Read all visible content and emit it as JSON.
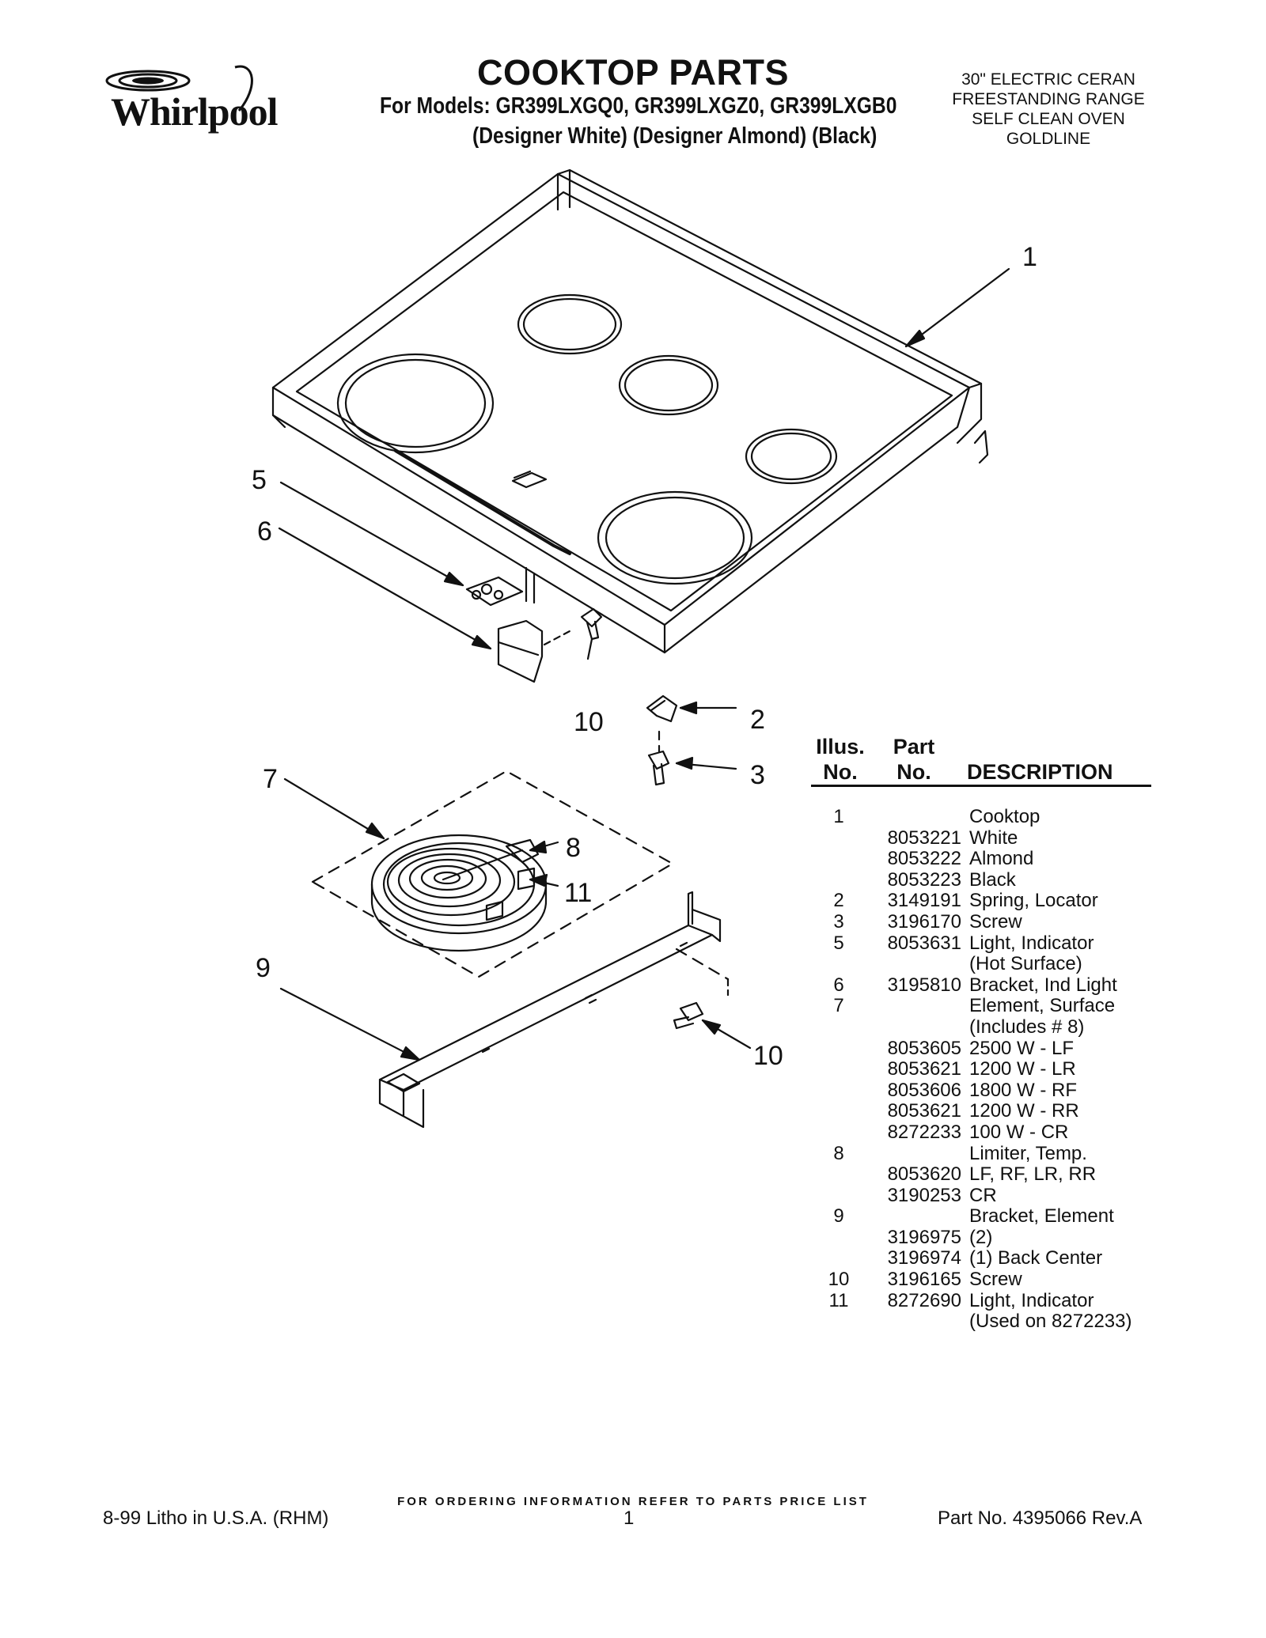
{
  "header": {
    "brand": "Whirlpool",
    "title": "COOKTOP PARTS",
    "models_line": "For Models: GR399LXGQ0, GR399LXGZ0, GR399LXGB0",
    "colors_line": "(Designer White) (Designer Almond) (Black)",
    "product_lines": [
      "30\" ELECTRIC CERAN",
      "FREESTANDING RANGE",
      "SELF CLEAN OVEN",
      "GOLDLINE"
    ]
  },
  "callouts": {
    "c1": "1",
    "c2": "2",
    "c3": "3",
    "c5": "5",
    "c6": "6",
    "c7": "7",
    "c8": "8",
    "c9": "9",
    "c10a": "10",
    "c10b": "10",
    "c11": "11"
  },
  "table": {
    "head_illus_1": "Illus.",
    "head_illus_2": "No.",
    "head_part_1": "Part",
    "head_part_2": "No.",
    "head_desc": "DESCRIPTION",
    "rows": [
      {
        "illus": "1",
        "part": "",
        "desc": "Cooktop"
      },
      {
        "illus": "",
        "part": "8053221",
        "desc": "White"
      },
      {
        "illus": "",
        "part": "8053222",
        "desc": "Almond"
      },
      {
        "illus": "",
        "part": "8053223",
        "desc": "Black"
      },
      {
        "illus": "2",
        "part": "3149191",
        "desc": "Spring, Locator"
      },
      {
        "illus": "3",
        "part": "3196170",
        "desc": "Screw"
      },
      {
        "illus": "5",
        "part": "8053631",
        "desc": "Light, Indicator"
      },
      {
        "illus": "",
        "part": "",
        "desc": "(Hot Surface)"
      },
      {
        "illus": "6",
        "part": "3195810",
        "desc": "Bracket, Ind Light"
      },
      {
        "illus": "7",
        "part": "",
        "desc": "Element, Surface"
      },
      {
        "illus": "",
        "part": "",
        "desc": "(Includes # 8)"
      },
      {
        "illus": "",
        "part": "8053605",
        "desc": "2500 W - LF"
      },
      {
        "illus": "",
        "part": "8053621",
        "desc": "1200 W - LR"
      },
      {
        "illus": "",
        "part": "8053606",
        "desc": "1800 W - RF"
      },
      {
        "illus": "",
        "part": "8053621",
        "desc": "1200 W - RR"
      },
      {
        "illus": "",
        "part": "8272233",
        "desc": "100 W - CR"
      },
      {
        "illus": "8",
        "part": "",
        "desc": "Limiter, Temp."
      },
      {
        "illus": "",
        "part": "8053620",
        "desc": "LF, RF, LR, RR"
      },
      {
        "illus": "",
        "part": "3190253",
        "desc": "CR"
      },
      {
        "illus": "9",
        "part": "",
        "desc": "Bracket, Element"
      },
      {
        "illus": "",
        "part": "3196975",
        "desc": "(2)"
      },
      {
        "illus": "",
        "part": "3196974",
        "desc": "(1) Back Center"
      },
      {
        "illus": "10",
        "part": "3196165",
        "desc": "Screw"
      },
      {
        "illus": "11",
        "part": "8272690",
        "desc": "Light, Indicator"
      },
      {
        "illus": "",
        "part": "",
        "desc": "(Used on 8272233)"
      }
    ]
  },
  "footer": {
    "ordering_note": "FOR ORDERING INFORMATION REFER TO PARTS PRICE LIST",
    "litho": "8-99 Litho in U.S.A. (RHM)",
    "page_number": "1",
    "part_no": "Part No. 4395066 Rev.A"
  }
}
